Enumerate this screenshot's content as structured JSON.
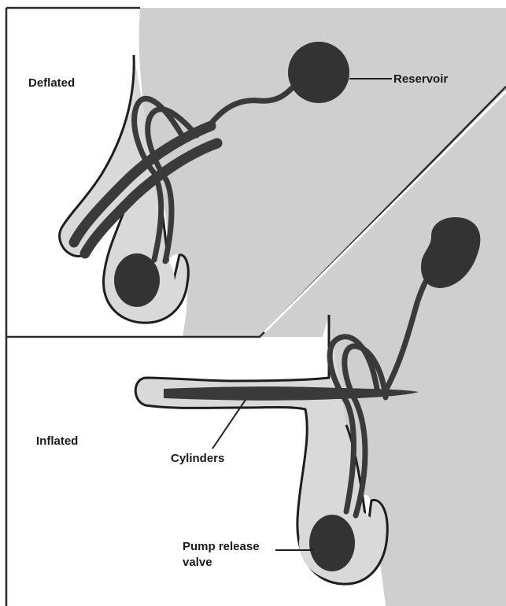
{
  "figure": {
    "deflated_label": "Deflated",
    "inflated_label": "Inflated",
    "reservoir_label": "Reservoir",
    "cylinders_label": "Cylinders",
    "pump_label_line1": "Pump release",
    "pump_label_line2": "valve"
  },
  "colors": {
    "paper": "#ffffff",
    "skin_shading": "#cfcfcf",
    "device": "#3a3a3a",
    "outline": "#1e1e1e",
    "panel_border": "#2a2a2a"
  }
}
